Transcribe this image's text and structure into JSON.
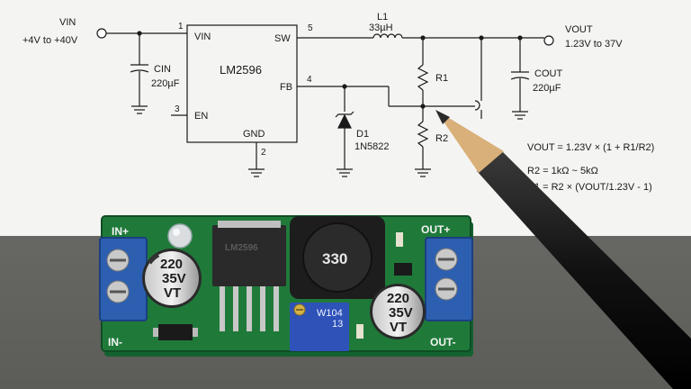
{
  "schematic": {
    "vin_label": "VIN",
    "vin_range": "+4V to +40V",
    "ic_name": "LM2596",
    "pins": {
      "vin": "VIN",
      "sw": "SW",
      "fb": "FB",
      "en": "EN",
      "gnd": "GND",
      "num_vin": "1",
      "num_sw": "5",
      "num_fb": "4",
      "num_en": "3",
      "num_gnd": "2"
    },
    "cin_name": "CIN",
    "cin_value": "220µF",
    "inductor_name": "L1",
    "inductor_value": "33µH",
    "diode_name": "D1",
    "diode_part": "1N5822",
    "r1_name": "R1",
    "r2_name": "R2",
    "vout_label": "VOUT",
    "vout_range": "1.23V to 37V",
    "cout_name": "COUT",
    "cout_value": "220µF",
    "formula_vout": "VOUT = 1.23V × (1 + R1/R2)",
    "formula_r2": "R2 = 1kΩ ~ 5kΩ",
    "formula_r1": "R1 = R2 × (VOUT/1.23V - 1)"
  },
  "board": {
    "label_in_plus": "IN+",
    "label_in_minus": "IN-",
    "label_out_plus": "OUT+",
    "label_out_minus": "OUT-",
    "cap_left": {
      "line1": "220",
      "line2": "35V",
      "line3": "VT"
    },
    "cap_right": {
      "line1": "220",
      "line2": "35V",
      "line3": "VT"
    },
    "inductor_marking": "330",
    "ic_marking": "LM2596",
    "pot_marking_1": "W104",
    "pot_marking_2": "13"
  },
  "colors": {
    "paper": "#f4f4f2",
    "table": "#6a6a66",
    "pcb": "#1f7a3a",
    "terminal": "#2d5fb0",
    "pot": "#2e52b8",
    "pencil": "#1a1a1a",
    "pencil_wood": "#d9b07a"
  }
}
